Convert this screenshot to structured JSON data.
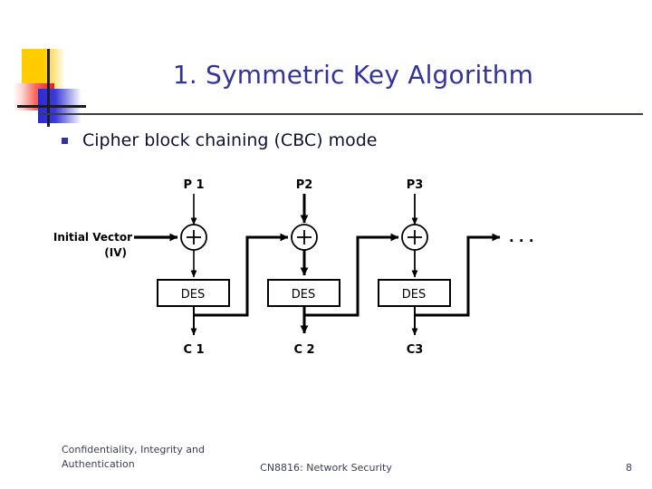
{
  "slide": {
    "title": "1. Symmetric Key Algorithm",
    "bullet": "Cipher block chaining (CBC) mode",
    "bullet_marker_color": "#333399",
    "title_color": "#333399",
    "rule_color": "#3b3b4a"
  },
  "logo": {
    "yellow": "#ffcc00",
    "red": "#f01c12",
    "blue": "#2a2ad0",
    "line": "#1d1d3a"
  },
  "diagram": {
    "iv_label_line1": "Initial Vector",
    "iv_label_line2": "(IV)",
    "ellipsis": ". . .",
    "stages": [
      {
        "plaintext": "P 1",
        "cipher": "C 1",
        "block": "DES",
        "xor": "+"
      },
      {
        "plaintext": "P2",
        "cipher": "C 2",
        "block": "DES",
        "xor": "+"
      },
      {
        "plaintext": "P3",
        "cipher": "C3",
        "block": "DES",
        "xor": "+"
      }
    ]
  },
  "footer": {
    "left_line1": "Confidentiality, Integrity and",
    "left_line2": "Authentication",
    "center": "CN8816: Network Security",
    "page": "8"
  }
}
